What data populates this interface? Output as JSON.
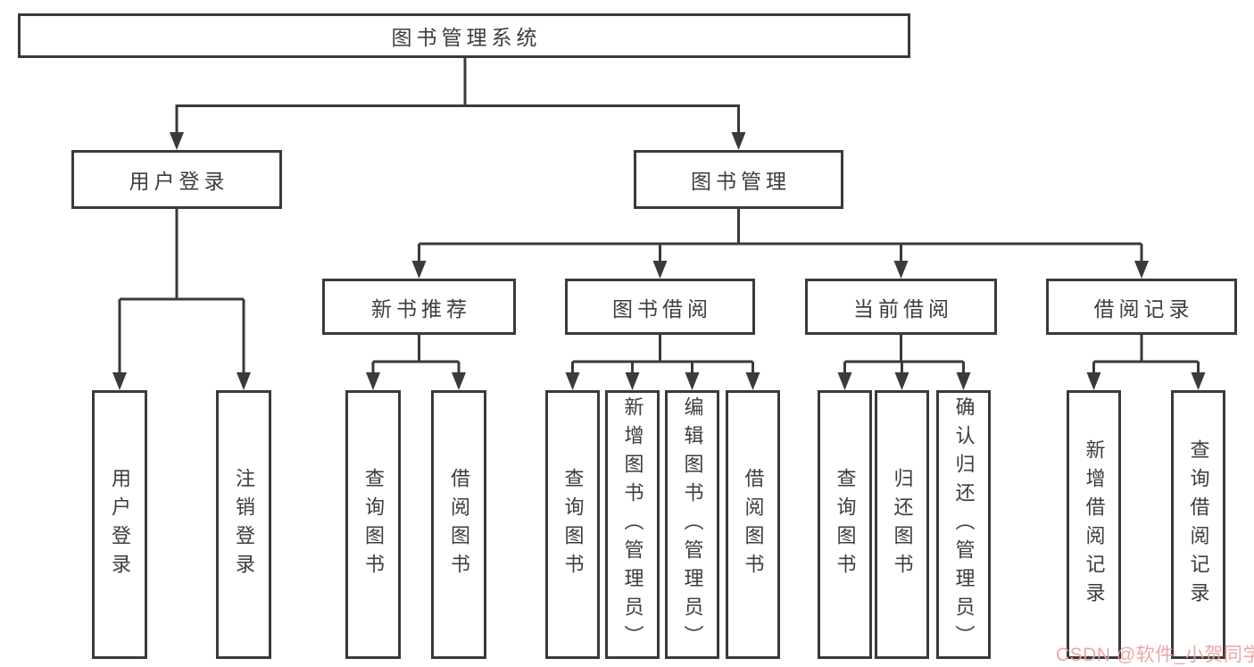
{
  "diagram": {
    "title": "图书管理系统",
    "type": "hierarchy-tree",
    "nodes": {
      "root": {
        "label": "图书管理系统"
      },
      "level2": [
        {
          "id": "user-login",
          "label": "用户登录",
          "parent": "图书管理系统"
        },
        {
          "id": "book-management",
          "label": "图书管理",
          "parent": "图书管理系统"
        }
      ],
      "level3": [
        {
          "id": "new-book-recommend",
          "label": "新书推荐",
          "parent": "图书管理"
        },
        {
          "id": "book-borrowing",
          "label": "图书借阅",
          "parent": "图书管理"
        },
        {
          "id": "current-borrowing",
          "label": "当前借阅",
          "parent": "图书管理"
        },
        {
          "id": "borrowing-records",
          "label": "借阅记录",
          "parent": "图书管理"
        }
      ],
      "leaves": [
        {
          "id": "user-login-leaf",
          "label": "用户登录",
          "parent": "用户登录"
        },
        {
          "id": "logout",
          "label": "注销登录",
          "parent": "用户登录"
        },
        {
          "id": "query-books-1",
          "label": "查询图书",
          "parent": "新书推荐"
        },
        {
          "id": "borrow-books-1",
          "label": "借阅图书",
          "parent": "新书推荐"
        },
        {
          "id": "query-books-2",
          "label": "查询图书",
          "parent": "图书借阅"
        },
        {
          "id": "add-books-admin",
          "label": "新增图书（管理员）",
          "parent": "图书借阅"
        },
        {
          "id": "edit-books-admin",
          "label": "编辑图书（管理员）",
          "parent": "图书借阅"
        },
        {
          "id": "borrow-books-2",
          "label": "借阅图书",
          "parent": "图书借阅"
        },
        {
          "id": "query-books-3",
          "label": "查询图书",
          "parent": "当前借阅"
        },
        {
          "id": "return-books",
          "label": "归还图书",
          "parent": "当前借阅"
        },
        {
          "id": "confirm-return-admin",
          "label": "确认归还（管理员）",
          "parent": "当前借阅"
        },
        {
          "id": "add-borrow-record",
          "label": "新增借阅记录",
          "parent": "借阅记录"
        },
        {
          "id": "query-borrow-record",
          "label": "查询借阅记录",
          "parent": "借阅记录"
        }
      ]
    }
  },
  "watermark": {
    "text": "CSDN @软件_小贺同学",
    "color": "#eb9e9e"
  },
  "colors": {
    "line": "#3a3a3a",
    "text": "#3d3d3d",
    "background": "#ffffff"
  }
}
